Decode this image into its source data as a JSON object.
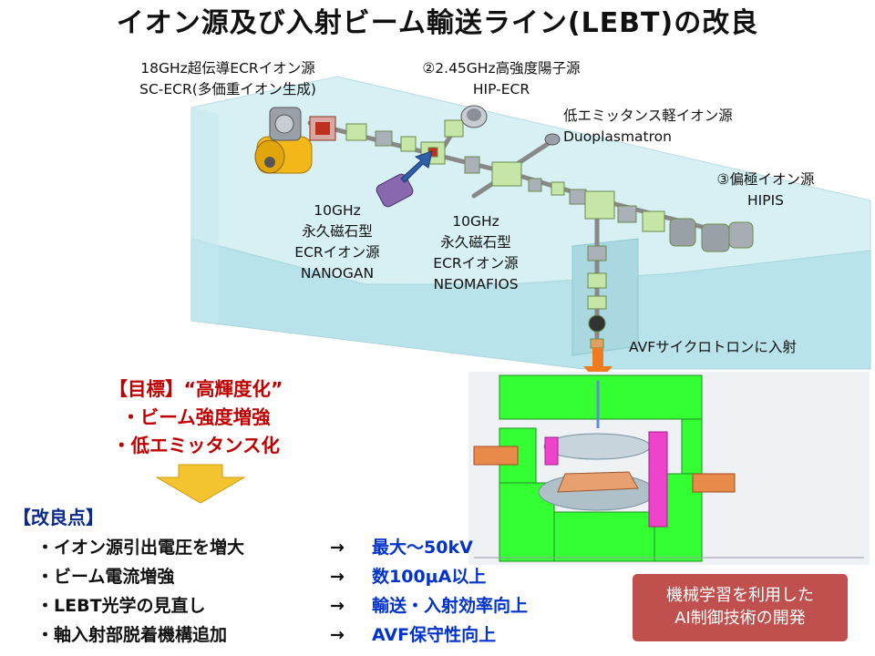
{
  "title": "イオン源及び入射ビーム輸送ライン(LEBT)の改良",
  "labels": {
    "sc_ecr": [
      "18GHz超伝導ECRイオン源",
      "SC-ECR(多価重イオン生成)"
    ],
    "hip_ecr": [
      "②2.45GHz高強度陽子源",
      "HIP-ECR"
    ],
    "duoplasmatron": [
      "低エミッタンス軽イオン源",
      "Duoplasmatron"
    ],
    "hipis": [
      "③偏極イオン源",
      "HIPIS"
    ],
    "nanogan": [
      "10GHz",
      "永久磁石型",
      "ECRイオン源",
      "NANOGAN"
    ],
    "neomafios": [
      "10GHz",
      "永久磁石型",
      "ECRイオン源",
      "NEOMAFIOS"
    ],
    "avf": "AVFサイクロトロンに入射"
  },
  "goal": {
    "heading": "【目標】“高輝度化”",
    "items": [
      "・ビーム強度増強",
      "・低エミッタンス化"
    ]
  },
  "improvements": {
    "heading": "【改良点】",
    "rows": [
      {
        "item": "・イオン源引出電圧を増大",
        "arrow": "→",
        "result": "最大〜50kV"
      },
      {
        "item": "・ビーム電流増強",
        "arrow": "→",
        "result": "数100μA以上"
      },
      {
        "item": "・LEBT光学の見直し",
        "arrow": "→",
        "result": "輸送・入射効率向上"
      },
      {
        "item": "・軸入射部脱着機構追加",
        "arrow": "→",
        "result": "AVF保守性向上"
      }
    ]
  },
  "ai_box": [
    "機械学習を利用した",
    "AI制御技術の開発"
  ],
  "colors": {
    "floor_top": "#d6f0f4",
    "floor_front": "#b9e3ea",
    "beamline_green": "#c6e6a8",
    "magnet_yellow": "#f2b81a",
    "cyclotron_green": "#33ff33",
    "accent_red": "#c00000",
    "accent_blue": "#0033cc",
    "ai_box": "#c0504d",
    "orange_arrow": "#f07b1e",
    "down_arrow": "#f4c430"
  }
}
